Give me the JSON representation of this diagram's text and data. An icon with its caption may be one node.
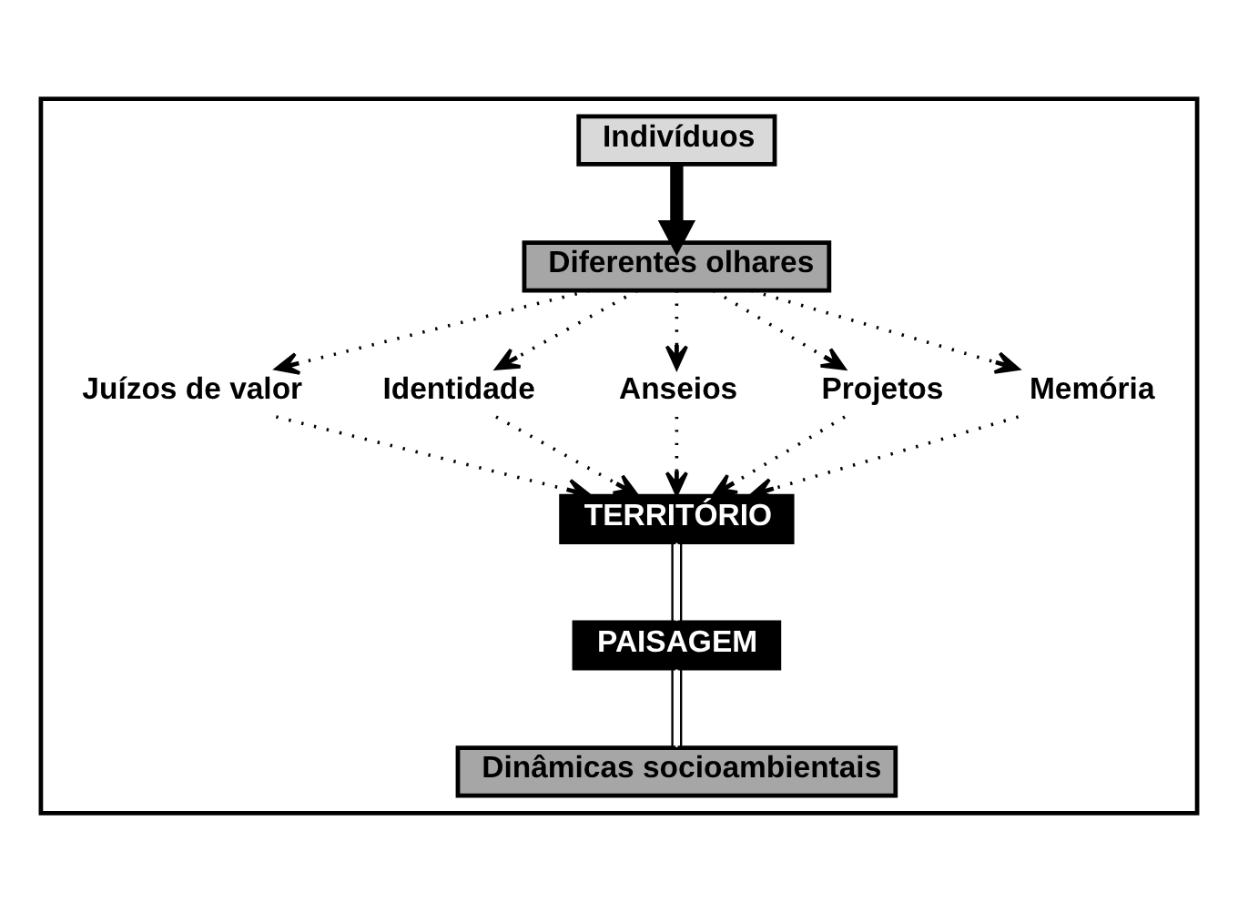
{
  "diagram": {
    "nodes": [
      {
        "text": [],
        "shape": "box"
      },
      {
        "text": [
          "Indivíduos"
        ],
        "in": 0
      },
      {
        "text": [
          "Diferentes olhares"
        ],
        "in": 0
      },
      {
        "text": [
          "Juízos de valor"
        ],
        "in": 0
      },
      {
        "text": [
          "Identidade"
        ],
        "in": 0
      },
      {
        "text": [
          "Anseios"
        ],
        "in": 0
      },
      {
        "text": [
          "Projetos"
        ],
        "in": 0
      },
      {
        "text": [
          "Memória"
        ],
        "in": 0
      },
      {
        "text": [
          "TERRITÓRIO"
        ],
        "in": 0
      },
      {
        "text": [
          "PAISAGEM"
        ],
        "in": 0
      },
      {
        "text": [
          "Dinâmicas socioambientais"
        ],
        "in": 0
      }
    ],
    "edges": [
      {
        "from": 1,
        "to": 2,
        "arrow": "to",
        "style": "thick"
      },
      {
        "from": 2,
        "to": 3,
        "arrow": "to",
        "style": "dashed"
      },
      {
        "from": 2,
        "to": 4,
        "arrow": "to",
        "style": "dashed"
      },
      {
        "from": 2,
        "to": 5,
        "arrow": "to",
        "style": "dashed"
      },
      {
        "from": 2,
        "to": 6,
        "arrow": "to",
        "style": "dashed"
      },
      {
        "from": 2,
        "to": 7,
        "arrow": "to",
        "style": "dashed"
      },
      {
        "from": 3,
        "to": 8,
        "arrow": "to",
        "style": "dashed"
      },
      {
        "from": 4,
        "to": 8,
        "arrow": "to",
        "style": "dashed"
      },
      {
        "from": 5,
        "to": 8,
        "arrow": "to",
        "style": "dashed"
      },
      {
        "from": 6,
        "to": 8,
        "arrow": "to",
        "style": "dashed"
      },
      {
        "from": 7,
        "to": 8,
        "arrow": "to",
        "style": "dashed"
      },
      {
        "from": 8,
        "to": 9,
        "arrow": "none"
      },
      {
        "from": 9,
        "to": 10,
        "arrow": "none"
      }
    ]
  }
}
